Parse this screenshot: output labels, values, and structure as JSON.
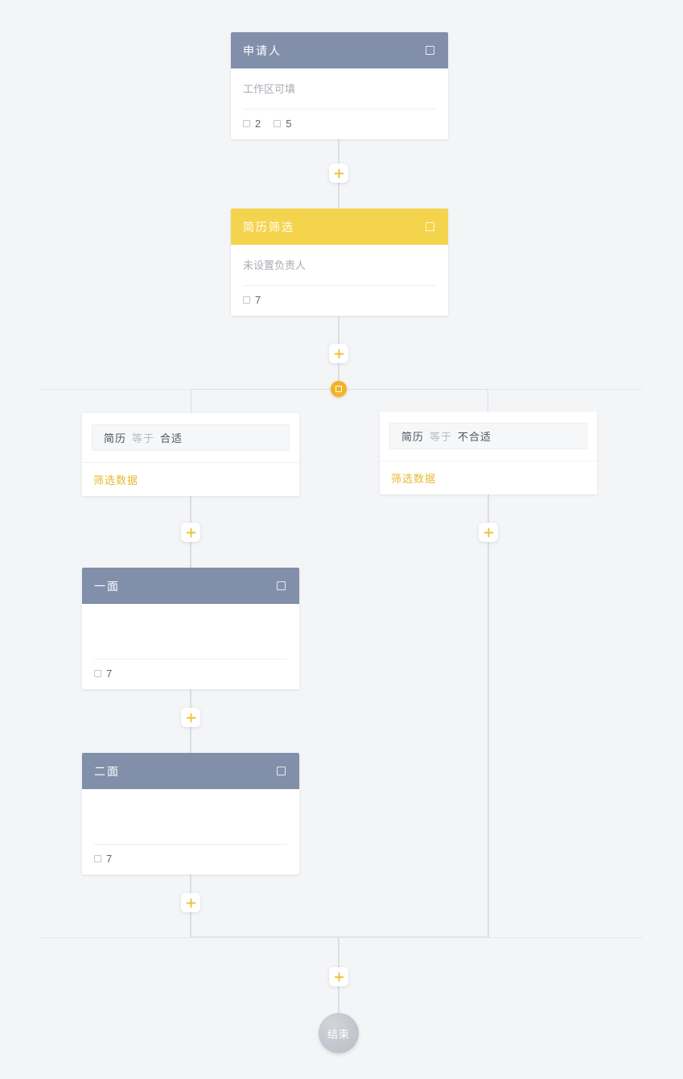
{
  "theme": {
    "background": "#f4f5f7",
    "slate_header": "#828faa",
    "gold_header": "#f5d44d",
    "accent_gold": "#f0b429",
    "link_gold": "#e8b931",
    "connector": "#dcdee3",
    "end_node": "#b9bcc4"
  },
  "nodes": {
    "applicant": {
      "title": "申请人",
      "owner": "工作区可填",
      "stats": [
        {
          "icon": "square-outline-icon",
          "count": "2"
        },
        {
          "icon": "square-outline-icon",
          "count": "5"
        }
      ],
      "header_icon": "stop-square-icon"
    },
    "resume_screen": {
      "title": "简历筛选",
      "owner": "未设置负责人",
      "stats": [
        {
          "icon": "square-outline-icon",
          "count": "7"
        }
      ],
      "header_icon": "stop-square-icon"
    },
    "interview_1": {
      "title": "一面",
      "owner": "",
      "stats": [
        {
          "icon": "square-outline-icon",
          "count": "7"
        }
      ],
      "header_icon": "stop-square-icon"
    },
    "interview_2": {
      "title": "二面",
      "owner": "",
      "stats": [
        {
          "icon": "square-outline-icon",
          "count": "7"
        }
      ],
      "header_icon": "stop-square-icon"
    },
    "end": {
      "label": "结束"
    }
  },
  "branch": {
    "node_icon": "branch-condition-icon",
    "conditions": [
      {
        "field": "简历",
        "operator": "等于",
        "value": "合适",
        "action_label": "筛选数据"
      },
      {
        "field": "简历",
        "operator": "等于",
        "value": "不合适",
        "action_label": "筛选数据"
      }
    ]
  },
  "add_buttons": {
    "label": "+",
    "icon": "plus-icon",
    "items": [
      {
        "name": "add-after-applicant"
      },
      {
        "name": "add-after-resume-screen"
      },
      {
        "name": "add-in-branch-left"
      },
      {
        "name": "add-in-branch-right"
      },
      {
        "name": "add-after-interview-1"
      },
      {
        "name": "add-after-interview-2"
      },
      {
        "name": "add-before-end"
      }
    ]
  }
}
